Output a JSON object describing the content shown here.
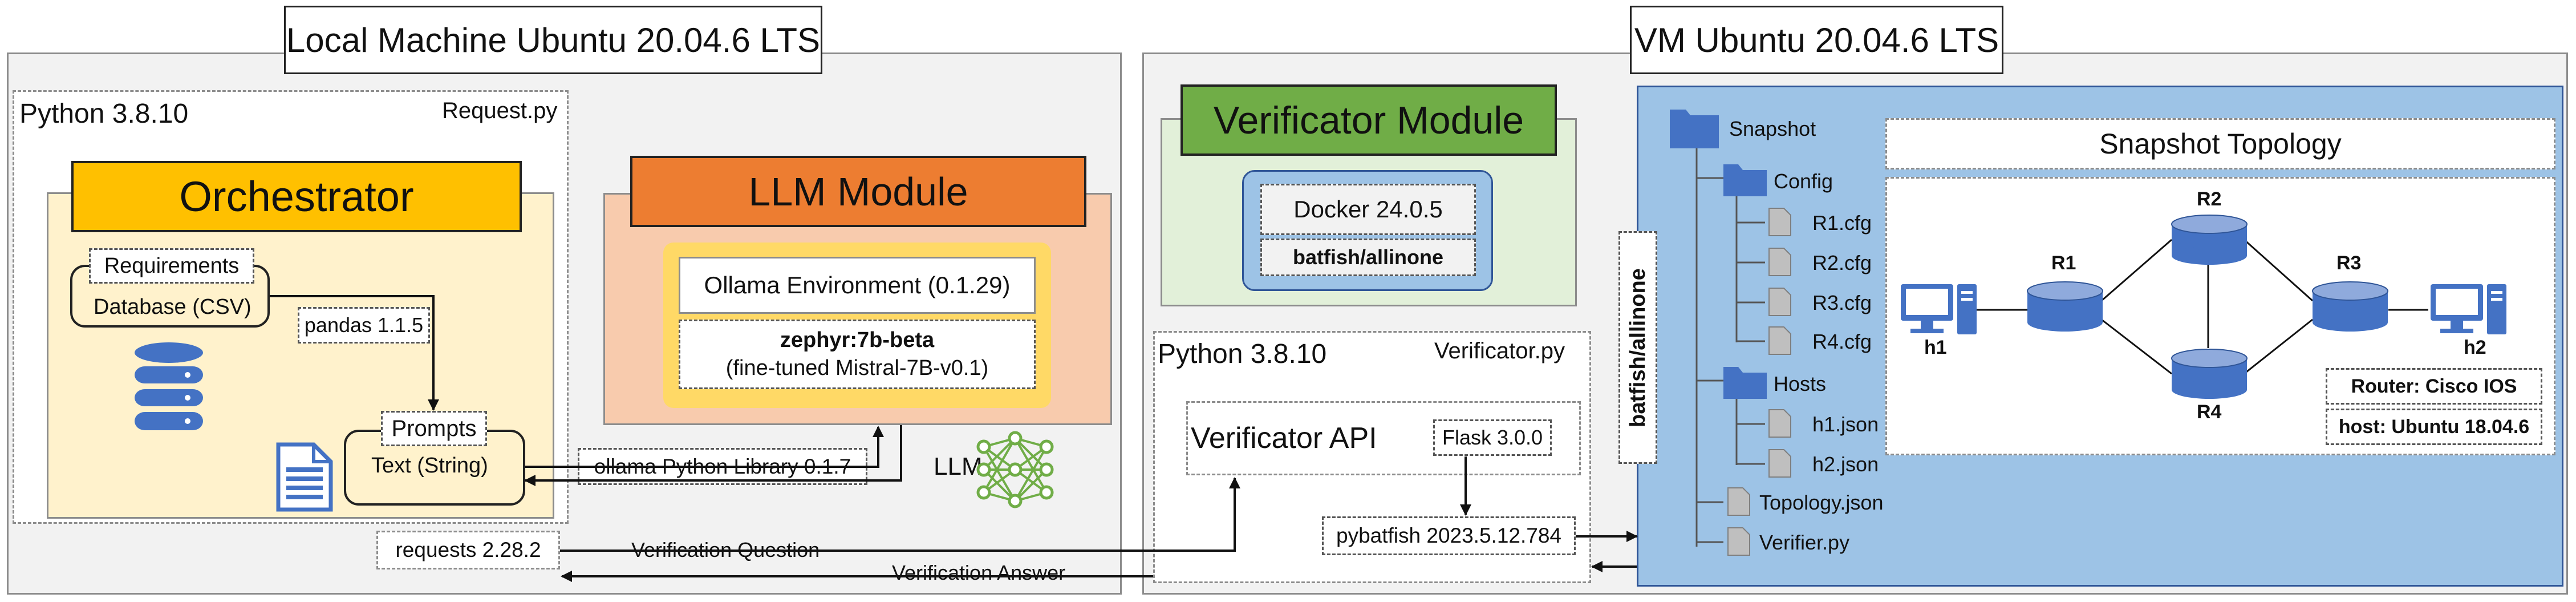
{
  "local": {
    "title": "Local Machine Ubuntu 20.04.6 LTS",
    "python_version": "Python 3.8.10",
    "file": "Request.py",
    "orchestrator": {
      "title": "Orchestrator",
      "requirements": "Requirements",
      "database": "Database (CSV)",
      "pandas": "pandas 1.1.5",
      "prompts": "Prompts",
      "text": "Text (String)"
    },
    "llm_module": {
      "title": "LLM Module",
      "environment": "Ollama Environment (0.1.29)",
      "model": "zephyr:7b-beta",
      "model_note": "(fine-tuned Mistral-7B-v0.1)",
      "library": "ollama Python Library  0.1.7",
      "llm_label": "LLM"
    },
    "requests": "requests 2.28.2",
    "question": "Verification Question",
    "answer": "Verification Answer"
  },
  "vm": {
    "title": "VM Ubuntu 20.04.6 LTS",
    "verificator_module": {
      "title": "Verificator Module",
      "docker": "Docker 24.0.5",
      "image": "batfish/allinone"
    },
    "python": {
      "version": "Python 3.8.10",
      "file": "Verificator.py",
      "api": "Verificator API",
      "flask": "Flask 3.0.0",
      "pybatfish": "pybatfish 2023.5.12.784"
    },
    "container_label": "batfish/allinone",
    "tree": {
      "snapshot": "Snapshot",
      "config": "Config",
      "config_files": [
        "R1.cfg",
        "R2.cfg",
        "R3.cfg",
        "R4.cfg"
      ],
      "hosts": "Hosts",
      "host_files": [
        "h1.json",
        "h2.json"
      ],
      "topology": "Topology.json",
      "verifier": "Verifier.py"
    },
    "topology": {
      "title": "Snapshot Topology",
      "routers": [
        "R1",
        "R2",
        "R3",
        "R4"
      ],
      "hosts": [
        "h1",
        "h2"
      ],
      "router_type": "Router: Cisco IOS",
      "host_type": "host: Ubuntu 18.04.6"
    }
  },
  "colors": {
    "orchestrator_header": "#ffc000",
    "orchestrator_bg": "#fff2cc",
    "llm_header": "#ed7d31",
    "llm_bg": "#f8cbad",
    "llm_inner": "#ffd966",
    "verificator_header": "#70ad47",
    "verificator_bg": "#e2f0d9",
    "docker_bg": "#9dc3e6",
    "snapshot_bg": "#9dc3e6",
    "icon_blue": "#4472c4",
    "node_blue": "#4472c4"
  }
}
